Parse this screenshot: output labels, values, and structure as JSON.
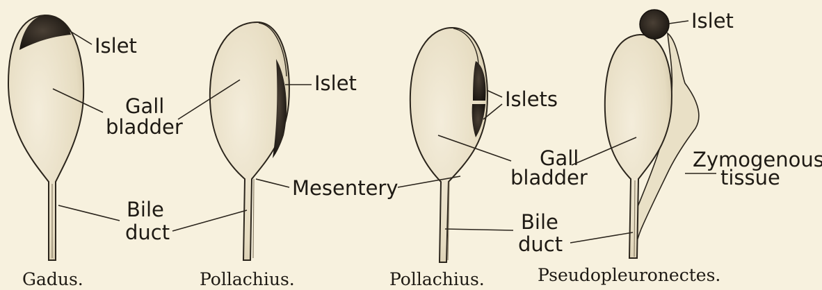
{
  "figures": [
    {
      "caption": "Gadus."
    },
    {
      "caption": "Pollachius."
    },
    {
      "caption": "Pollachius."
    },
    {
      "caption": "Pseudopleuronectes."
    }
  ],
  "labels": {
    "islet_1": "Islet",
    "gall_bladder_1": [
      "Gall",
      "bladder"
    ],
    "bile_duct_1": [
      "Bile",
      "duct"
    ],
    "islet_2": "Islet",
    "mesentery": "Mesentery",
    "islets_3": "Islets",
    "gall_bladder_3": [
      "Gall",
      "bladder"
    ],
    "bile_duct_3": [
      "Bile",
      "duct"
    ],
    "islet_4": "Islet",
    "zymogenous_tissue": [
      "Zymogenous",
      "tissue"
    ]
  },
  "colors": {
    "paper": "#f7f1de",
    "ink": "#1e1a14",
    "organ_fill": "#efe7d0",
    "islet_fill": "#2c2620"
  }
}
